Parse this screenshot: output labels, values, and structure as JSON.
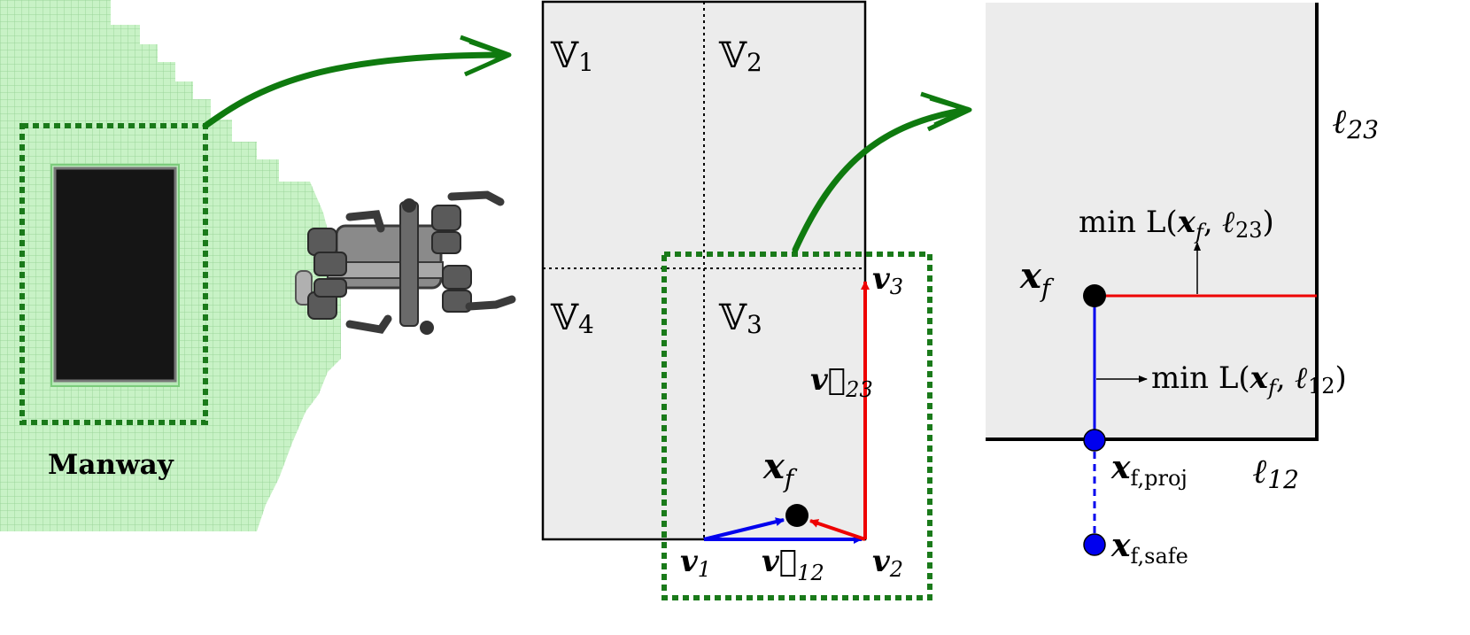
{
  "panel_left": {
    "manway_label": "Manway",
    "colors": {
      "grid_fill": "#c8f2c6",
      "grid_line": "#9bd59b",
      "manway": "#151515",
      "dashed_box": "#1a7a1a",
      "arrow": "#0f7a0f"
    },
    "icons": [
      "green-grid-map",
      "manway-rectangle",
      "robot-top-view"
    ]
  },
  "panel_middle": {
    "regions": [
      {
        "label": "𝕍",
        "sub": "1"
      },
      {
        "label": "𝕍",
        "sub": "2"
      },
      {
        "label": "𝕍",
        "sub": "4"
      },
      {
        "label": "𝕍",
        "sub": "3"
      }
    ],
    "vertices": [
      {
        "label": "v",
        "sub": "1"
      },
      {
        "label": "v",
        "sub": "2"
      },
      {
        "label": "v",
        "sub": "3"
      }
    ],
    "vectors": [
      {
        "label": "v⃗",
        "sub": "12"
      },
      {
        "label": "v⃗",
        "sub": "23"
      }
    ],
    "point": {
      "label": "x",
      "sub": "f"
    },
    "colors": {
      "region_fill": "#ececec",
      "blue": "#0000ee",
      "red": "#ee0000"
    }
  },
  "panel_right": {
    "edges": [
      {
        "label": "ℓ",
        "sub": "23"
      },
      {
        "label": "ℓ",
        "sub": "12"
      }
    ],
    "point": {
      "label": "x",
      "sub": "f"
    },
    "projection": {
      "label": "x",
      "sub": "f,proj"
    },
    "safe": {
      "label": "x",
      "sub": "f,safe"
    },
    "annotations": [
      {
        "prefix": "min L(",
        "x": "x",
        "xsub": "f",
        "sep": ", ",
        "l": "ℓ",
        "lsub": "23",
        "suffix": ")"
      },
      {
        "prefix": "min L(",
        "x": "x",
        "xsub": "f",
        "sep": ", ",
        "l": "ℓ",
        "lsub": "12",
        "suffix": ")"
      }
    ]
  }
}
